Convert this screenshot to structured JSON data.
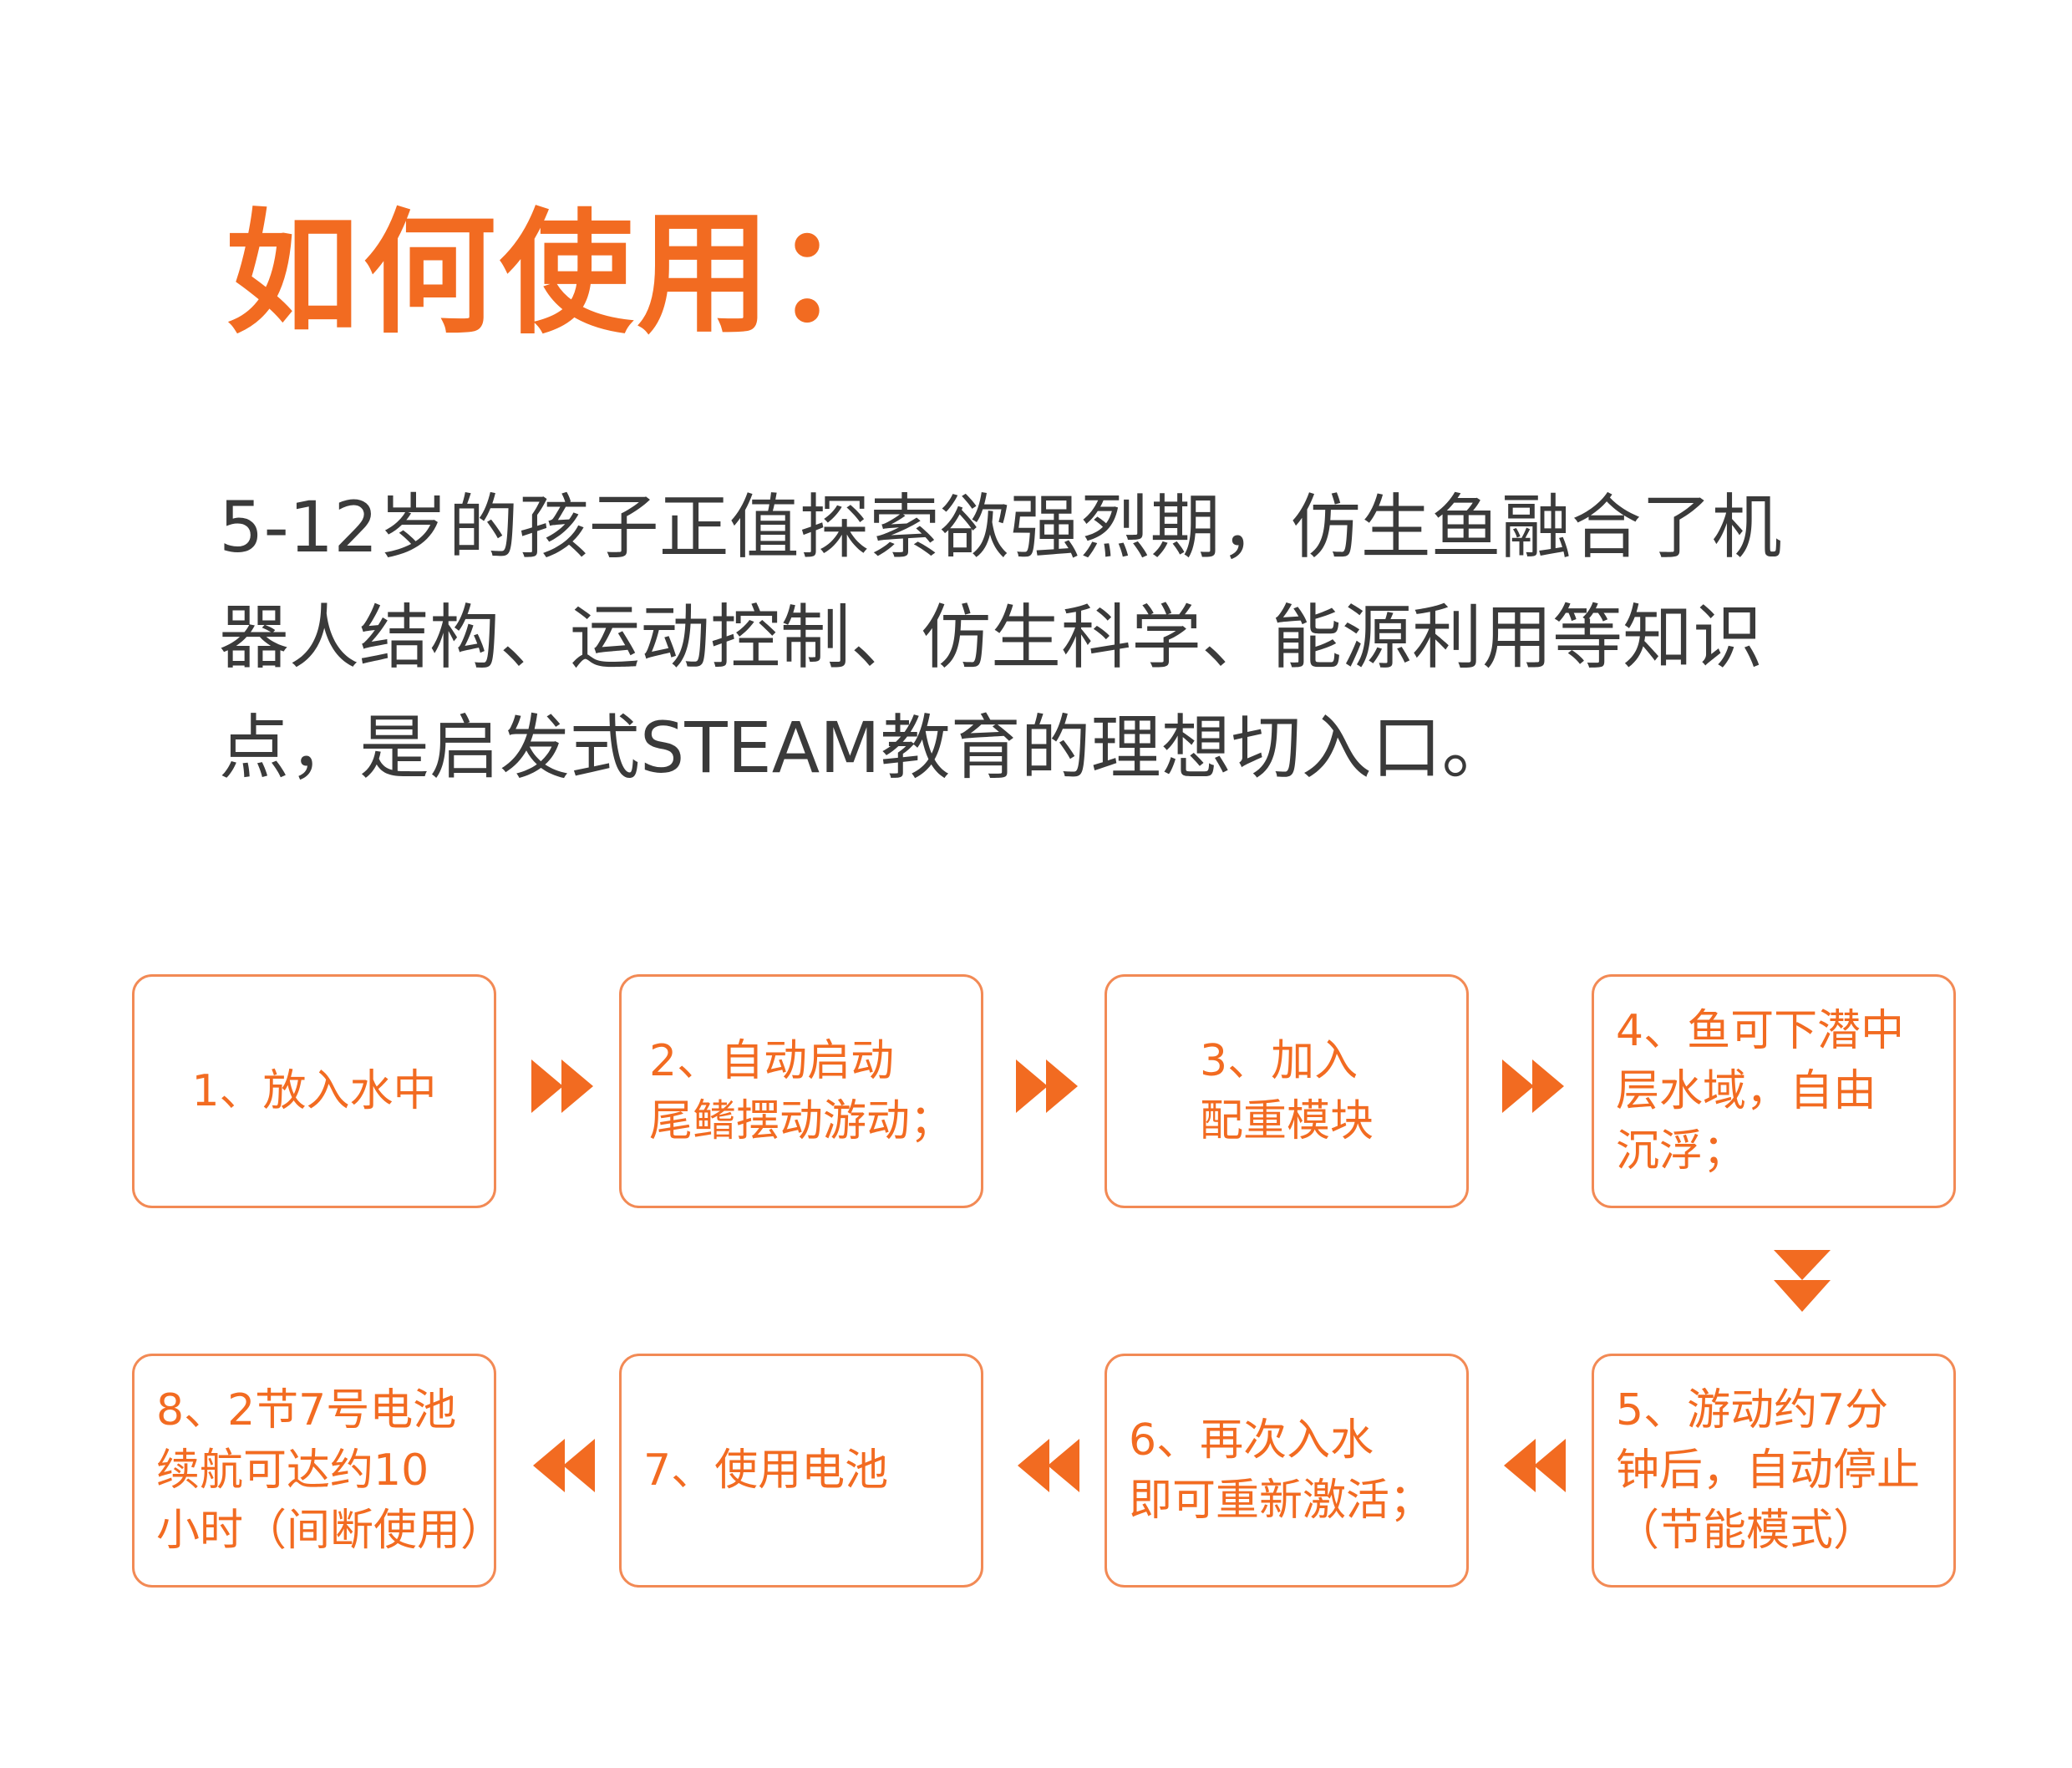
{
  "heading": "如何使用：",
  "intro": {
    "lines": [
      "5-12岁的孩子正值探索欲强烈期，仿生鱼融合了机",
      "器人结构、运动控制、仿生科学、能源利用等知识",
      "点，是启发式STEAM教育的理想切入口。"
    ]
  },
  "steps": [
    {
      "lines": [
        "1、放入水中"
      ]
    },
    {
      "lines": [
        "2、自动启动",
        "尾鳍摆动游动；"
      ]
    },
    {
      "lines": [
        "3、加入",
        "配重模块"
      ]
    },
    {
      "lines": [
        "4、鱼可下潜中",
        "层水域，自由",
        "沉浮；"
      ]
    },
    {
      "lines": [
        "5、游动约7分",
        "钟后，自动停止",
        "（节能模式）"
      ]
    },
    {
      "lines": [
        "6、再次入水",
        "即可重新激活；"
      ]
    },
    {
      "lines": [
        "7、使用电池"
      ]
    },
    {
      "lines": [
        "8、2节7号电池",
        "续航可达约10",
        "小时（间断使用）"
      ]
    }
  ],
  "flow_arrows": [
    {
      "icon": "double-arrow-right-icon",
      "from": 1,
      "to": 2
    },
    {
      "icon": "double-arrow-right-icon",
      "from": 2,
      "to": 3
    },
    {
      "icon": "double-arrow-right-icon",
      "from": 3,
      "to": 4
    },
    {
      "icon": "double-arrow-down-icon",
      "from": 4,
      "to": 5
    },
    {
      "icon": "double-arrow-left-icon",
      "from": 5,
      "to": 6
    },
    {
      "icon": "double-arrow-left-icon",
      "from": 6,
      "to": 7
    },
    {
      "icon": "double-arrow-left-icon",
      "from": 7,
      "to": 8
    }
  ],
  "colors": {
    "accent": "#f26b21",
    "box_border": "#f28a55",
    "body_text": "#3a3a3a",
    "background": "#ffffff"
  }
}
